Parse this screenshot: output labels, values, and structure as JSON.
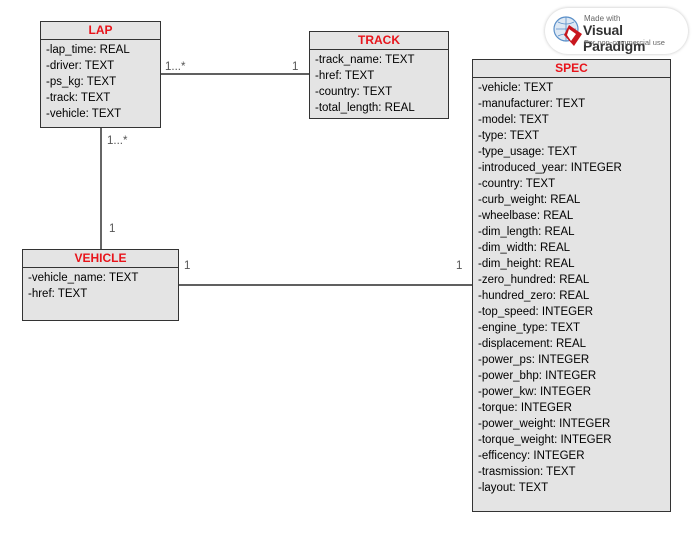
{
  "classes": {
    "lap": {
      "name": "LAP",
      "attributes": [
        "-lap_time: REAL",
        "-driver: TEXT",
        "-ps_kg: TEXT",
        "-track: TEXT",
        "-vehicle: TEXT"
      ]
    },
    "track": {
      "name": "TRACK",
      "attributes": [
        "-track_name: TEXT",
        "-href: TEXT",
        "-country: TEXT",
        "-total_length: REAL"
      ]
    },
    "vehicle": {
      "name": "VEHICLE",
      "attributes": [
        "-vehicle_name: TEXT",
        "-href: TEXT"
      ]
    },
    "spec": {
      "name": "SPEC",
      "attributes": [
        "-vehicle: TEXT",
        "-manufacturer: TEXT",
        "-model: TEXT",
        "-type: TEXT",
        "-type_usage: TEXT",
        "-introduced_year: INTEGER",
        "-country: TEXT",
        "-curb_weight: REAL",
        "-wheelbase: REAL",
        "-dim_length: REAL",
        "-dim_width: REAL",
        "-dim_height: REAL",
        "-zero_hundred: REAL",
        "-hundred_zero: REAL",
        "-top_speed: INTEGER",
        "-engine_type: TEXT",
        "-displacement: REAL",
        "-power_ps: INTEGER",
        "-power_bhp: INTEGER",
        "-power_kw: INTEGER",
        "-torque: INTEGER",
        "-power_weight: INTEGER",
        "-torque_weight: INTEGER",
        "-efficency: INTEGER",
        "-trasmission: TEXT",
        "-layout: TEXT"
      ]
    }
  },
  "associations": {
    "lap_track": {
      "lap_end": "1...*",
      "track_end": "1"
    },
    "lap_vehicle": {
      "lap_end": "1...*",
      "vehicle_end": "1"
    },
    "vehicle_spec": {
      "vehicle_end": "1",
      "spec_end": "1"
    }
  },
  "watermark": {
    "made_with": "Made with",
    "name": "Visual Paradigm",
    "subtitle": "For non-commercial use"
  },
  "colors": {
    "class_fill": "#e4e4e4",
    "class_title": "#e8141b",
    "line": "#000000"
  }
}
